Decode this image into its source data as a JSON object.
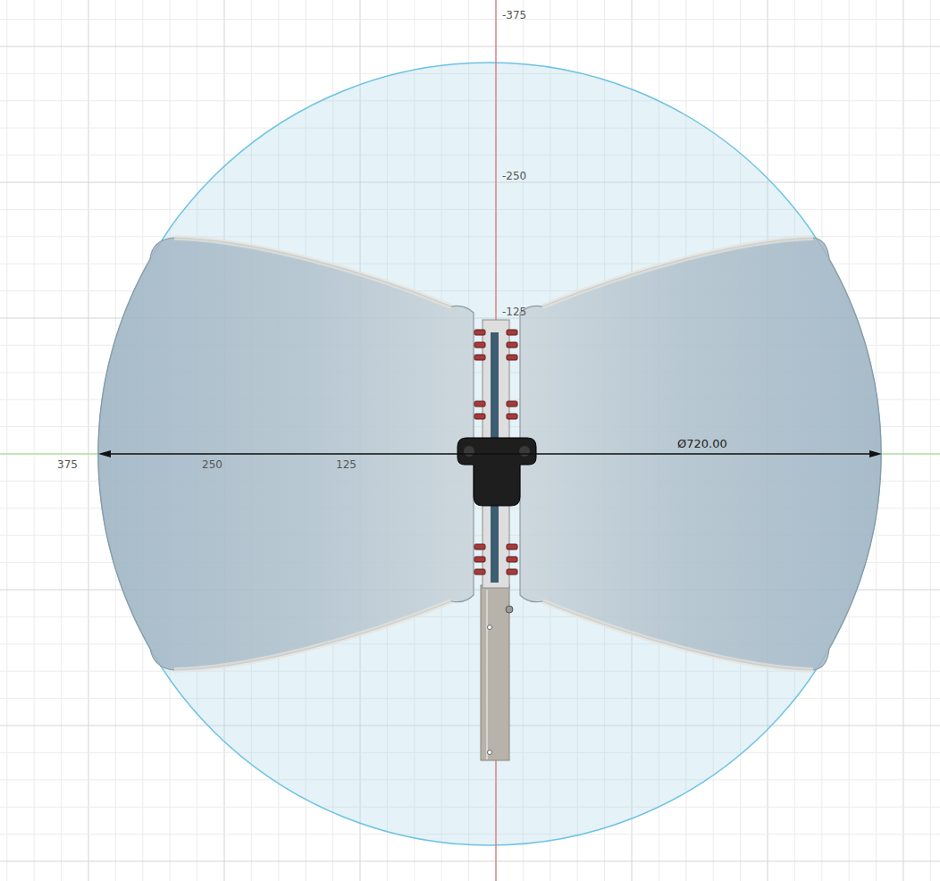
{
  "diagram": {
    "labels": [
      "-375",
      "-250",
      "-125",
      "375",
      "250",
      "125",
      "Ø720.00"
    ]
  }
}
